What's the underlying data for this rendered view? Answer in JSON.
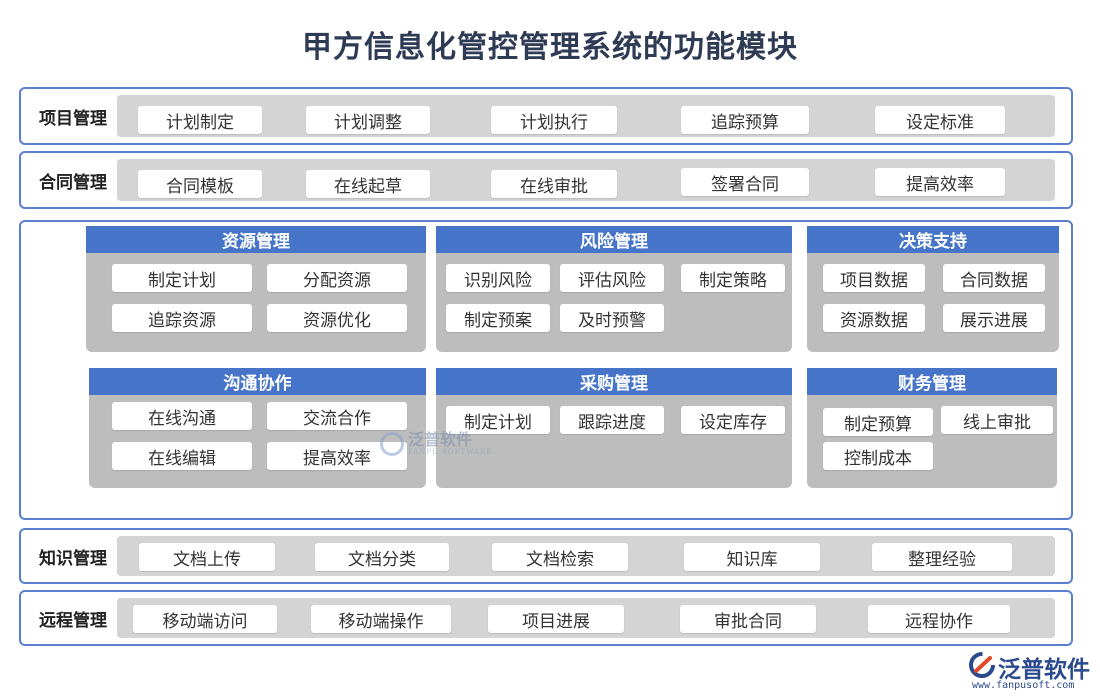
{
  "title": "甲方信息化管控管理系统的功能模块",
  "rows": {
    "project": {
      "label": "项目管理",
      "items": [
        "计划制定",
        "计划调整",
        "计划执行",
        "追踪预算",
        "设定标准"
      ]
    },
    "contract": {
      "label": "合同管理",
      "items": [
        "合同模板",
        "在线起草",
        "在线审批",
        "签署合同",
        "提高效率"
      ]
    },
    "knowledge": {
      "label": "知识管理",
      "items": [
        "文档上传",
        "文档分类",
        "文档检索",
        "知识库",
        "整理经验"
      ]
    },
    "remote": {
      "label": "远程管理",
      "items": [
        "移动端访问",
        "移动端操作",
        "项目进展",
        "审批合同",
        "远程协作"
      ]
    }
  },
  "panels": {
    "resource": {
      "title": "资源管理",
      "items": [
        "制定计划",
        "分配资源",
        "追踪资源",
        "资源优化"
      ]
    },
    "risk": {
      "title": "风险管理",
      "items": [
        "识别风险",
        "评估风险",
        "制定策略",
        "制定预案",
        "及时预警"
      ]
    },
    "decision": {
      "title": "决策支持",
      "items": [
        "项目数据",
        "合同数据",
        "资源数据",
        "展示进展"
      ]
    },
    "communication": {
      "title": "沟通协作",
      "items": [
        "在线沟通",
        "交流合作",
        "在线编辑",
        "提高效率"
      ]
    },
    "purchase": {
      "title": "采购管理",
      "items": [
        "制定计划",
        "跟踪进度",
        "设定库存"
      ]
    },
    "finance": {
      "title": "财务管理",
      "items": [
        "制定预算",
        "线上审批",
        "控制成本"
      ]
    }
  },
  "watermark": {
    "name": "泛普软件",
    "sub": "FANPU SOFTWARE"
  },
  "brand": {
    "name": "泛普软件",
    "url": "www.fanpusoft.com"
  },
  "colors": {
    "panel_header": "#4574c8",
    "border": "#5b7fd0",
    "strip": "#d4d4d4",
    "panel_body": "#bdbdbd"
  }
}
